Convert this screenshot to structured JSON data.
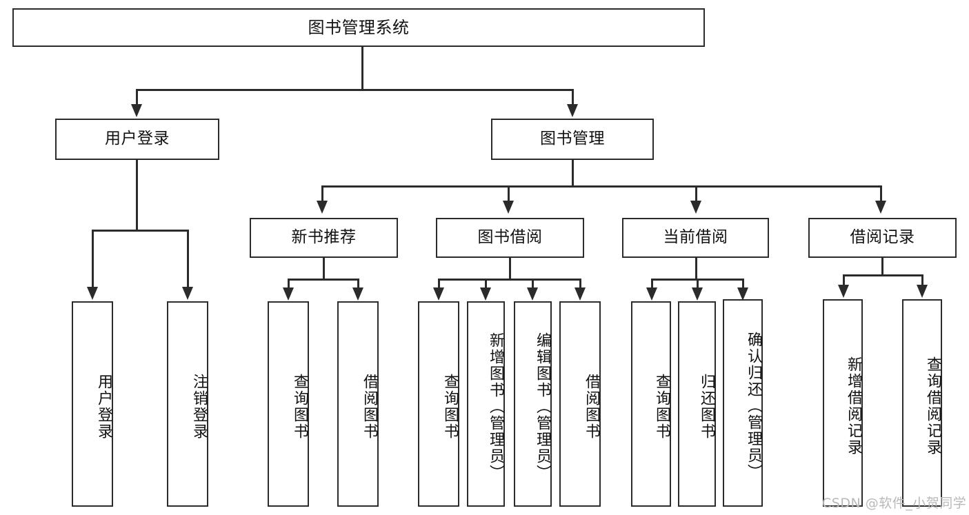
{
  "diagram": {
    "title": "图书管理系统",
    "type": "hierarchy-tree",
    "root": {
      "id": "root",
      "label": "图书管理系统"
    },
    "level2": [
      {
        "id": "user-login",
        "label": "用户登录"
      },
      {
        "id": "book-management",
        "label": "图书管理"
      }
    ],
    "level3": [
      {
        "id": "new-book-recommend",
        "label": "新书推荐"
      },
      {
        "id": "book-borrow",
        "label": "图书借阅"
      },
      {
        "id": "current-borrow",
        "label": "当前借阅"
      },
      {
        "id": "borrow-record",
        "label": "借阅记录"
      }
    ],
    "leaves": {
      "user_login": [
        {
          "id": "leaf-user-login",
          "label": "用户登录"
        },
        {
          "id": "leaf-logout",
          "label": "注销登录"
        }
      ],
      "new_book_recommend": [
        {
          "id": "leaf-query-book-1",
          "label": "查询图书"
        },
        {
          "id": "leaf-borrow-book-1",
          "label": "借阅图书"
        }
      ],
      "book_borrow": [
        {
          "id": "leaf-query-book-2",
          "label": "查询图书"
        },
        {
          "id": "leaf-add-book",
          "label": "新增图书（管理员）"
        },
        {
          "id": "leaf-edit-book",
          "label": "编辑图书（管理员）"
        },
        {
          "id": "leaf-borrow-book-2",
          "label": "借阅图书"
        }
      ],
      "current_borrow": [
        {
          "id": "leaf-query-book-3",
          "label": "查询图书"
        },
        {
          "id": "leaf-return-book",
          "label": "归还图书"
        },
        {
          "id": "leaf-confirm-return",
          "label": "确认归还（管理员）"
        }
      ],
      "borrow_record": [
        {
          "id": "leaf-add-record",
          "label": "新增借阅记录"
        },
        {
          "id": "leaf-query-record",
          "label": "查询借阅记录"
        }
      ]
    }
  },
  "watermark": {
    "text": "CSDN @软件_小贺同学"
  },
  "colors": {
    "stroke": "#2b2b2b",
    "background": "#ffffff",
    "text": "#111111",
    "watermark": "#b9b9b9"
  }
}
